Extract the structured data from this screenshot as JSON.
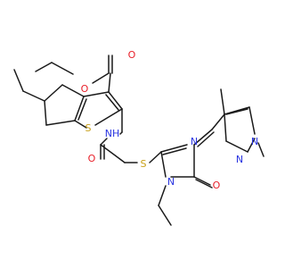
{
  "atom_colors": {
    "C": "#1a1a1a",
    "O": "#e8202a",
    "N": "#2a35e0",
    "S": "#c8a018"
  },
  "atom_labels": {
    "O_ester_carbonyl": "O",
    "O_ester_ether": "O",
    "S_thiophene": "S",
    "NH_amide": "NH",
    "O_amide": "O",
    "S_thioether": "S",
    "N_imidazole_3": "N",
    "N_imidazole_1": "N",
    "O_imidazolone": "O",
    "N_pyrazole_1": "N",
    "N_pyrazole_2": "N"
  }
}
